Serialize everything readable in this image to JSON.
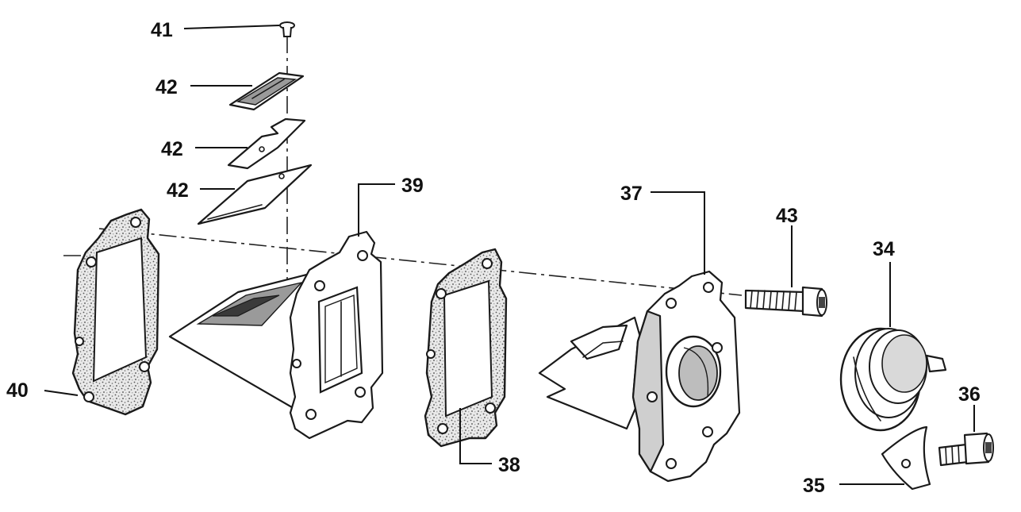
{
  "diagram": {
    "labels": {
      "part_34": "34",
      "part_35": "35",
      "part_36": "36",
      "part_37": "37",
      "part_38": "38",
      "part_39": "39",
      "part_40": "40",
      "part_41": "41",
      "part_42_a": "42",
      "part_42_b": "42",
      "part_42_c": "42",
      "part_43": "43"
    }
  }
}
